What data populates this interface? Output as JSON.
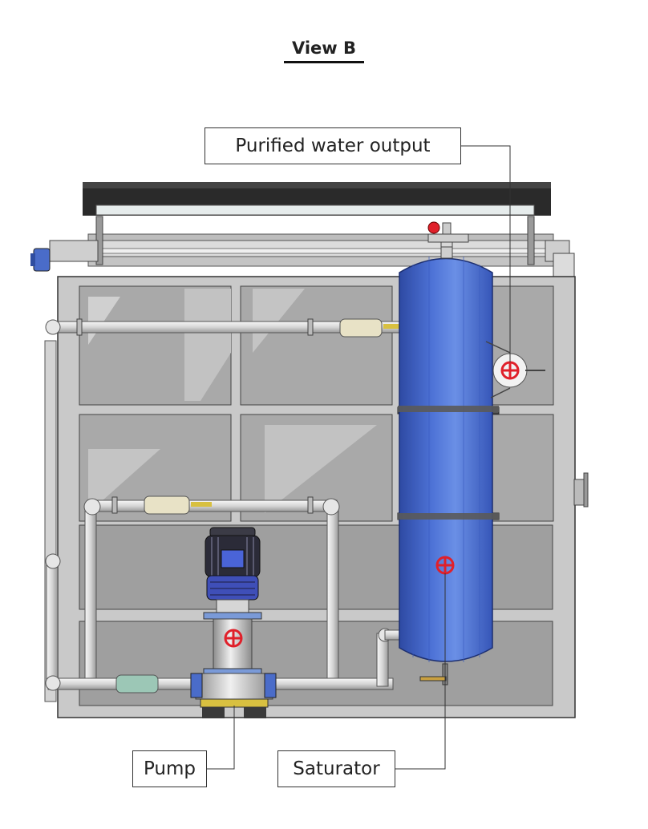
{
  "title": "View B",
  "callouts": {
    "output": "Purified water output",
    "pump": "Pump",
    "saturator": "Saturator"
  },
  "colors": {
    "frame": "#c9c9c9",
    "panel": "#a9a9a9",
    "tank": "#4a6fd1",
    "pipe": "#e8e8e8",
    "marker": "#e0202a"
  }
}
